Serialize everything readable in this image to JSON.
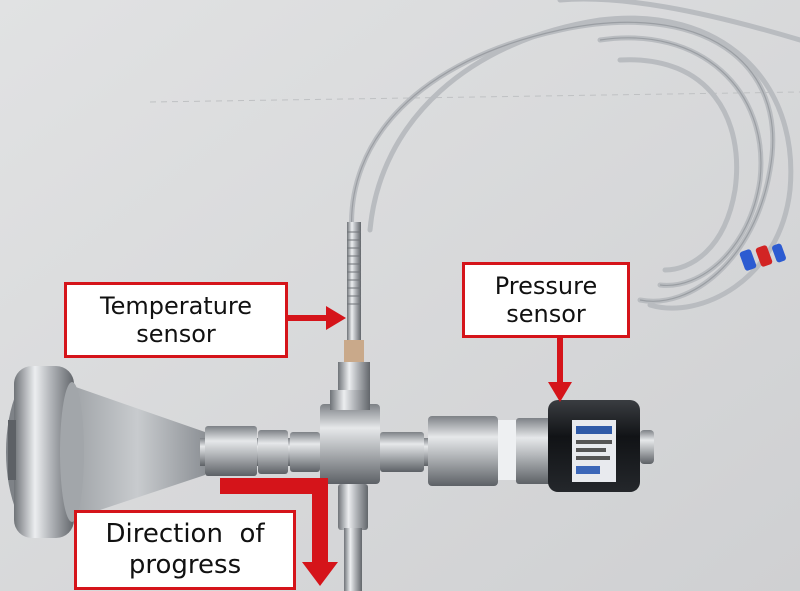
{
  "labels": {
    "temperature_sensor": {
      "line1": "Temperature",
      "line2": "sensor"
    },
    "pressure_sensor": {
      "line1": "Pressure",
      "line2": "sensor"
    },
    "direction_of_progress": {
      "line1": "Direction  of",
      "line2": "progress"
    }
  },
  "colors": {
    "annotation_red": "#d5141a",
    "background": "#d9dadb",
    "steel": "#a9acb0",
    "sensor_body": "#16181b"
  },
  "icons": [
    "arrow-right-icon",
    "arrow-down-icon",
    "elbow-arrow-down-icon"
  ]
}
